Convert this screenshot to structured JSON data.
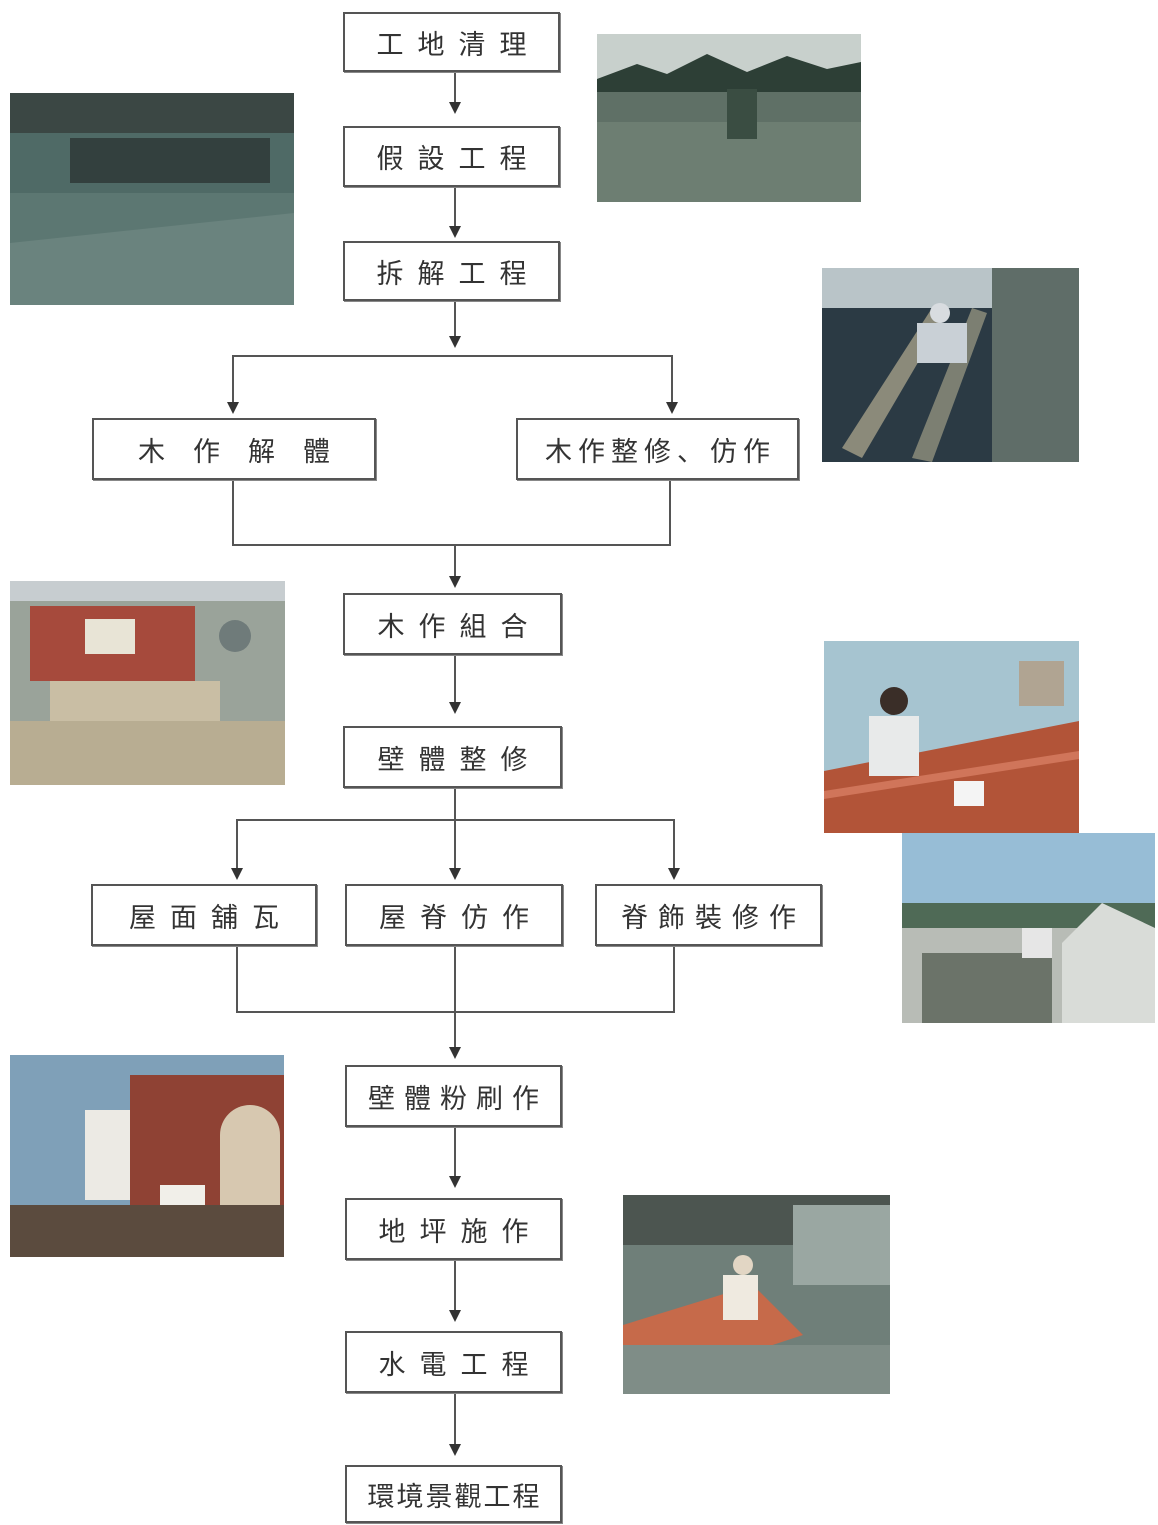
{
  "flowchart": {
    "steps": [
      {
        "id": "site-clearing",
        "label": "工地清理"
      },
      {
        "id": "temporary-works",
        "label": "假設工程"
      },
      {
        "id": "dismantling",
        "label": "拆解工程"
      },
      {
        "id": "timber-disassembly",
        "label": "木作解體"
      },
      {
        "id": "timber-repair",
        "label": "木作整修、仿作"
      },
      {
        "id": "timber-assembly",
        "label": "木作組合"
      },
      {
        "id": "wall-repair",
        "label": "壁體整修"
      },
      {
        "id": "roof-tiling",
        "label": "屋面舖瓦"
      },
      {
        "id": "ridge-replica",
        "label": "屋脊仿作"
      },
      {
        "id": "ridge-ornament",
        "label": "脊飾裝修作"
      },
      {
        "id": "wall-plastering",
        "label": "壁體粉刷作"
      },
      {
        "id": "floor-paving",
        "label": "地坪施作"
      },
      {
        "id": "plumbing-electrical",
        "label": "水電工程"
      },
      {
        "id": "landscaping",
        "label": "環境景觀工程"
      }
    ]
  },
  "colors": {
    "box_border": "#555555",
    "line": "#444444",
    "text": "#333333"
  }
}
